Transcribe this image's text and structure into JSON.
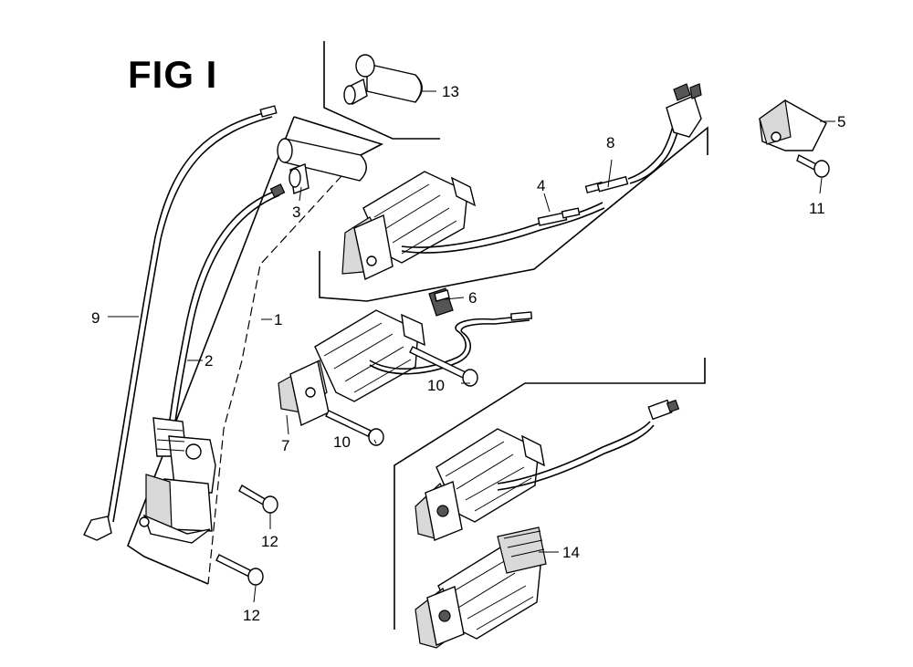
{
  "figure": {
    "title": "FIG I"
  },
  "callouts": [
    {
      "id": "c1",
      "text": "1"
    },
    {
      "id": "c2",
      "text": "2"
    },
    {
      "id": "c3",
      "text": "3"
    },
    {
      "id": "c4",
      "text": "4"
    },
    {
      "id": "c5",
      "text": "5"
    },
    {
      "id": "c6",
      "text": "6"
    },
    {
      "id": "c7",
      "text": "7"
    },
    {
      "id": "c8",
      "text": "8"
    },
    {
      "id": "c9",
      "text": "9"
    },
    {
      "id": "c10a",
      "text": "10"
    },
    {
      "id": "c10b",
      "text": "10"
    },
    {
      "id": "c11",
      "text": "11"
    },
    {
      "id": "c12a",
      "text": "12"
    },
    {
      "id": "c12b",
      "text": "12"
    },
    {
      "id": "c13",
      "text": "13"
    },
    {
      "id": "c14",
      "text": "14"
    }
  ]
}
